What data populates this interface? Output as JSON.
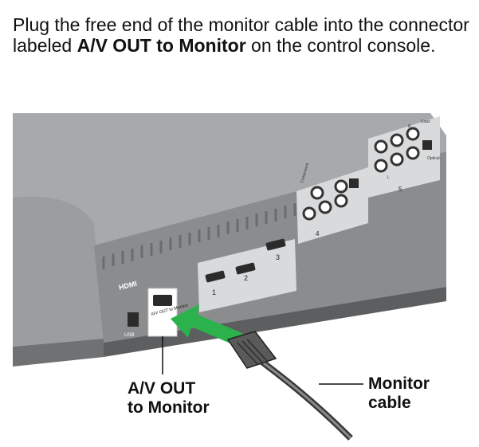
{
  "instruction": {
    "part1": "Plug the free end of the monitor cable into the connector labeled ",
    "bold": "A/V OUT to Monitor",
    "part2": " on the control console."
  },
  "console": {
    "hdmi_label": "HDMI",
    "usb_label": "USB",
    "av_port_label": "A/V OUT to Monitor",
    "hdmi_inputs": [
      "1",
      "2",
      "3"
    ],
    "input_groups": [
      "4",
      "5"
    ],
    "jack_labels": [
      "Component",
      "R",
      "Coax",
      "Optical",
      "L"
    ]
  },
  "callouts": {
    "av_out": [
      "A/V OUT",
      "to Monitor"
    ],
    "monitor_cable": [
      "Monitor",
      "cable"
    ]
  },
  "colors": {
    "console_body": "#8a8c8e",
    "console_dark": "#5c5e60",
    "arrow": "#2bb24c",
    "highlight": "#ffffff"
  }
}
